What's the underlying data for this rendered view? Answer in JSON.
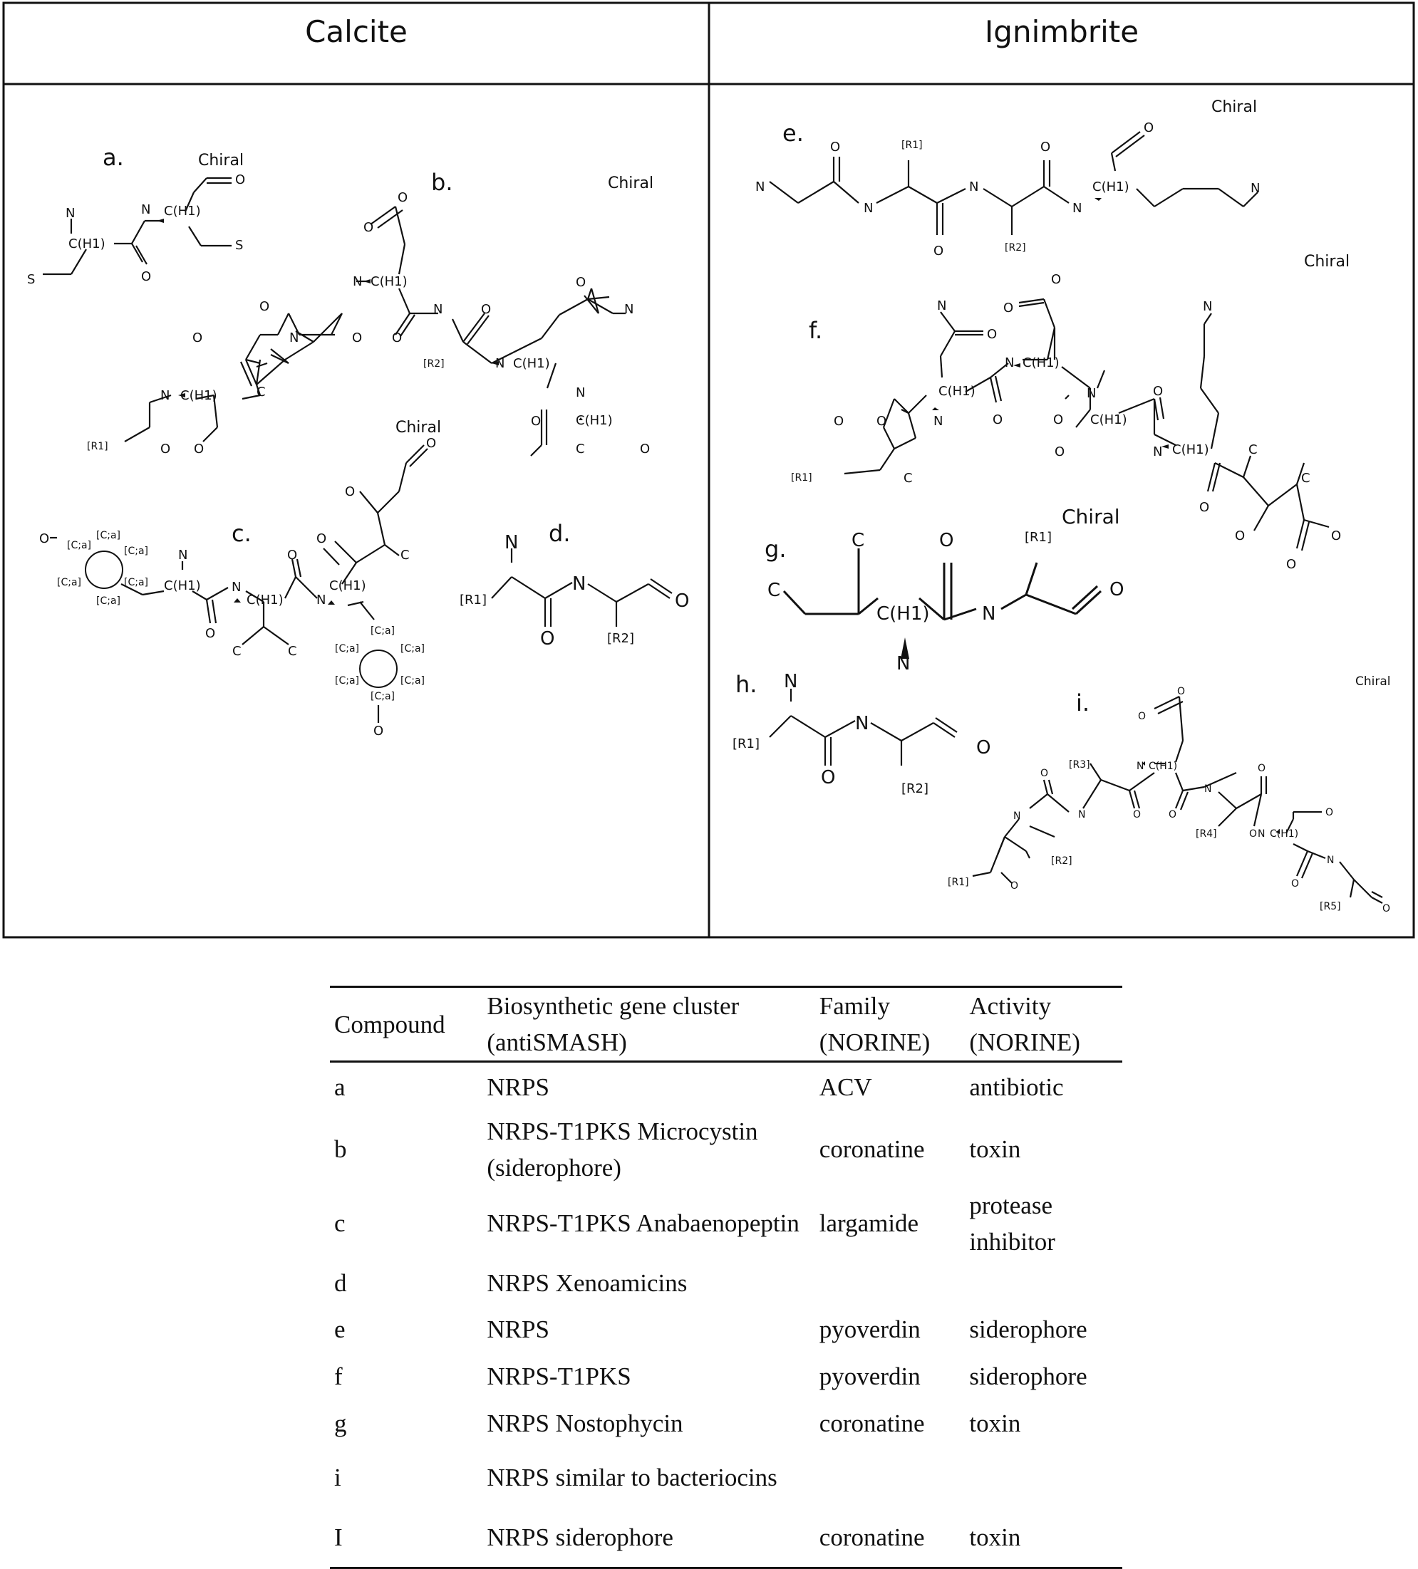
{
  "panels": {
    "left_title": "Calcite",
    "right_title": "Ignimbrite"
  },
  "structures": {
    "a": {
      "label": "a.",
      "chiral": "Chiral"
    },
    "b": {
      "label": "b.",
      "chiral": "Chiral"
    },
    "c": {
      "label": "c.",
      "chiral": "Chiral"
    },
    "d": {
      "label": "d."
    },
    "e": {
      "label": "e.",
      "chiral": "Chiral"
    },
    "f": {
      "label": "f.",
      "chiral": "Chiral"
    },
    "g": {
      "label": "g.",
      "chiral": "Chiral"
    },
    "h": {
      "label": "h."
    },
    "i": {
      "label": "i.",
      "chiral": "Chiral"
    }
  },
  "atoms": {
    "N": "N",
    "O": "O",
    "S": "S",
    "C": "C",
    "CH1": "C(H1)",
    "Ca": "[C;a]",
    "R1": "[R1]",
    "R2": "[R2]",
    "R3": "[R3]",
    "R4": "[R4]",
    "R5": "[R5]"
  },
  "table": {
    "headers": {
      "compound": "Compound",
      "cluster_l1": "Biosynthetic gene cluster",
      "cluster_l2": "(antiSMASH)",
      "family_l1": "Family",
      "family_l2": "(NORINE)",
      "activity_l1": "Activity",
      "activity_l2": "(NORINE)"
    },
    "rows": [
      {
        "compound": "a",
        "cluster": "NRPS",
        "family": "ACV",
        "activity": "antibiotic"
      },
      {
        "compound": "b",
        "cluster": "NRPS-T1PKS Microcystin (siderophore)",
        "family": "coronatine",
        "activity": "toxin"
      },
      {
        "compound": "c",
        "cluster": "NRPS-T1PKS Anabaenopeptin",
        "family": "largamide",
        "activity": "protease inhibitor"
      },
      {
        "compound": "d",
        "cluster": "NRPS Xenoamicins",
        "family": "",
        "activity": ""
      },
      {
        "compound": "e",
        "cluster": "NRPS",
        "family": "pyoverdin",
        "activity": "siderophore"
      },
      {
        "compound": "f",
        "cluster": "NRPS-T1PKS",
        "family": "pyoverdin",
        "activity": "siderophore"
      },
      {
        "compound": "g",
        "cluster": "NRPS Nostophycin",
        "family": "coronatine",
        "activity": "toxin"
      },
      {
        "compound": "i",
        "cluster": "NRPS similar to bacteriocins",
        "family": "",
        "activity": ""
      },
      {
        "compound": "I",
        "cluster": "NRPS siderophore",
        "family": "coronatine",
        "activity": "toxin"
      }
    ]
  }
}
